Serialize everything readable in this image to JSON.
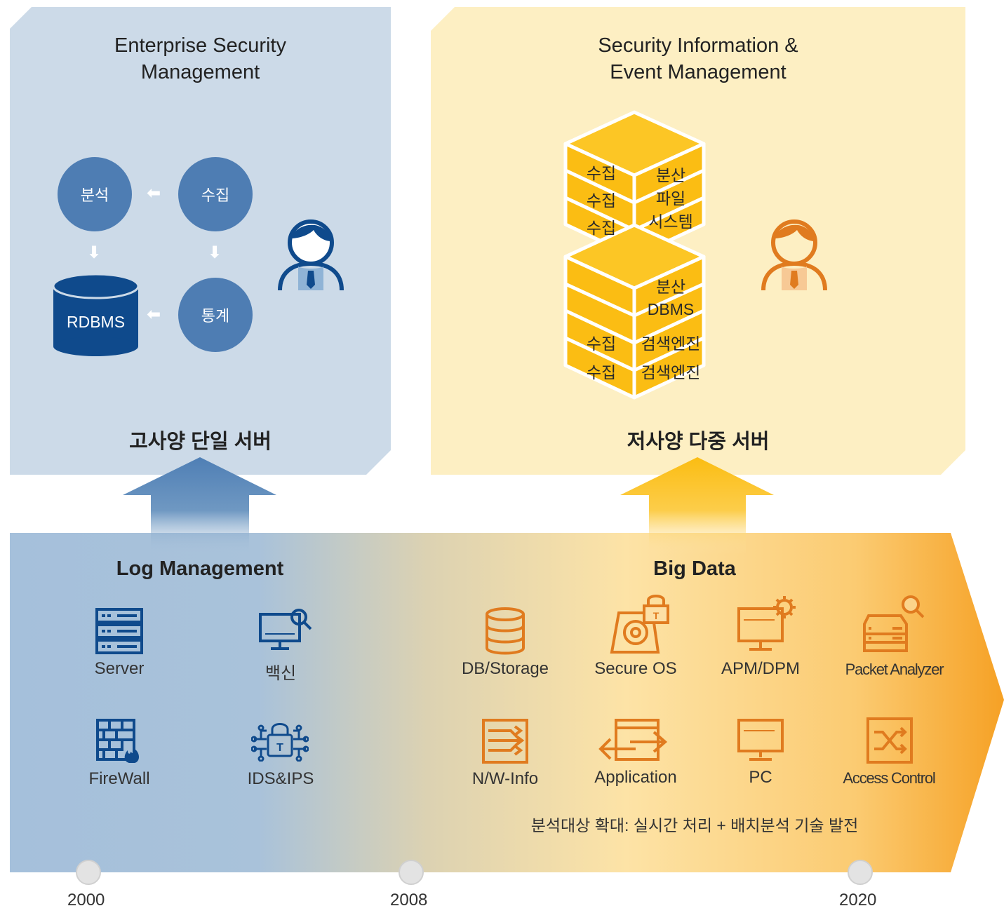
{
  "esm": {
    "title_line1": "Enterprise Security",
    "title_line2": "Management",
    "circles": {
      "analysis": "분석",
      "collect": "수집",
      "stats": "통계"
    },
    "db_label": "RDBMS",
    "server_label": "고사양 단일 서버"
  },
  "siem": {
    "title_line1": "Security Information &",
    "title_line2": "Event Management",
    "stack_top": {
      "left": [
        "수집",
        "수집",
        "수집"
      ],
      "right": [
        "분산",
        "파일",
        "시스템"
      ]
    },
    "stack_bottom": {
      "right_top": [
        "분산",
        "DBMS"
      ],
      "left": [
        "수집",
        "수집"
      ],
      "right": [
        "검색엔진",
        "검색엔진"
      ]
    },
    "server_label": "저사양 다중 서버"
  },
  "log_management": {
    "title": "Log Management",
    "items": [
      "Server",
      "백신",
      "FireWall",
      "IDS&IPS"
    ]
  },
  "big_data": {
    "title": "Big Data",
    "items_row1": [
      "DB/Storage",
      "Secure OS",
      "APM/DPM",
      "Packet Analyzer"
    ],
    "items_row2": [
      "N/W-Info",
      "Application",
      "PC",
      "Access Control"
    ],
    "caption": "분석대상 확대: 실시간 처리 + 배치분석 기술 발전"
  },
  "timeline": {
    "years": [
      "2000",
      "2008",
      "2020"
    ]
  },
  "colors": {
    "esm_bg": "#ccdae8",
    "siem_bg": "#fdefc3",
    "blue": "#4e7db3",
    "navy": "#0f4a8c",
    "orange_icon": "#e07b1f",
    "yellow_block": "#fbbf12",
    "arrow_blue": "#4f7fb5",
    "arrow_yellow": "#fbbd13"
  }
}
